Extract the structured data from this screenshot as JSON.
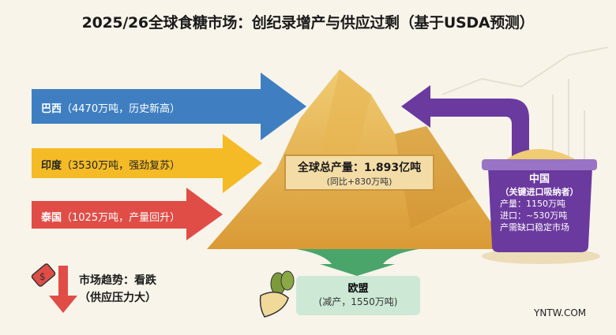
{
  "title": "2025/26全球食糖市场：创纪录增产与供应过剩（基于USDA预测）",
  "inputs": [
    {
      "country": "巴西",
      "detail": "（4470万吨，历史新高）",
      "color": "#3f7fc1"
    },
    {
      "country": "印度",
      "detail": "（3530万吨，强劲复苏）",
      "color": "#f4bb27"
    },
    {
      "country": "泰国",
      "detail": "（1025万吨，产量回升）",
      "color": "#e04d47"
    }
  ],
  "total": {
    "label": "全球总产量：1.893亿吨",
    "sub": "(同比+830万吨)"
  },
  "china": {
    "name": "中国",
    "role": "（关键进口吸纳者）",
    "lines": [
      "产量：1150万吨",
      "进口：~530万吨",
      "产需缺口稳定市场"
    ],
    "color": "#6b3a9e"
  },
  "eu": {
    "name": "欧盟",
    "sub": "(减产，1550万吨)",
    "color": "#4aa56b"
  },
  "trend": {
    "line1": "市场趋势：看跌",
    "line2": "（供应压力大）"
  },
  "watermark": "YNTW.COM"
}
